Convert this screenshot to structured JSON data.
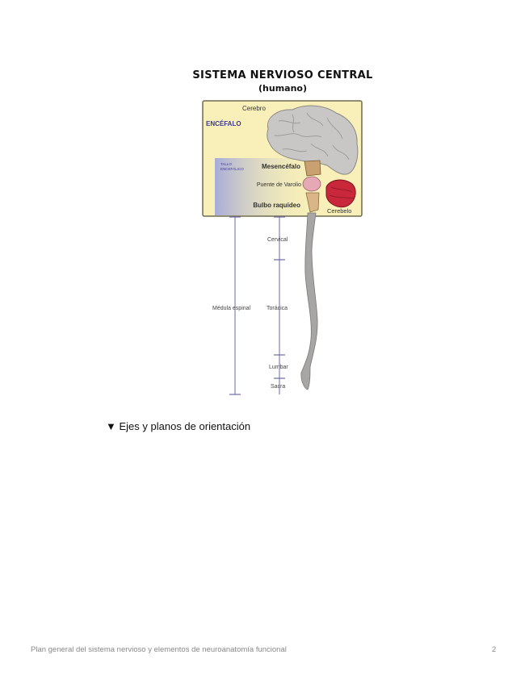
{
  "figure": {
    "title": "SISTEMA NERVIOSO CENTRAL",
    "subtitle": "(humano)",
    "labels": {
      "cerebro": "Cerebro",
      "encefalo": "ENCÉFALO",
      "tallo_line1": "TALLO",
      "tallo_line2": "ENCEFÁLICO",
      "mesencefalo": "Mesencéfalo",
      "puente": "Puente de Varolio",
      "bulbo": "Bulbo raquídeo",
      "cerebelo": "Cerebelo",
      "medula": "Médula espinal",
      "cervical": "Cervical",
      "toracica": "Torácica",
      "lumbar": "Lumbar",
      "sacra": "Sacra"
    },
    "colors": {
      "box_fill": "#f8f0b8",
      "box_border": "#6e6a50",
      "brain": "#c9c7c5",
      "mesencefalo": "#c9a070",
      "puente": "#e6a8b4",
      "bulbo": "#d9b588",
      "cerebelo": "#c8283a",
      "spinal_cord": "#a8a6a4",
      "scale_line": "#6a6aa8"
    }
  },
  "section": {
    "arrow": "▼",
    "label": "Ejes y planos de orientación"
  },
  "footer": {
    "text": "Plan general del sistema nervioso y elementos de neuroanatomía funcional",
    "page_number": "2"
  }
}
